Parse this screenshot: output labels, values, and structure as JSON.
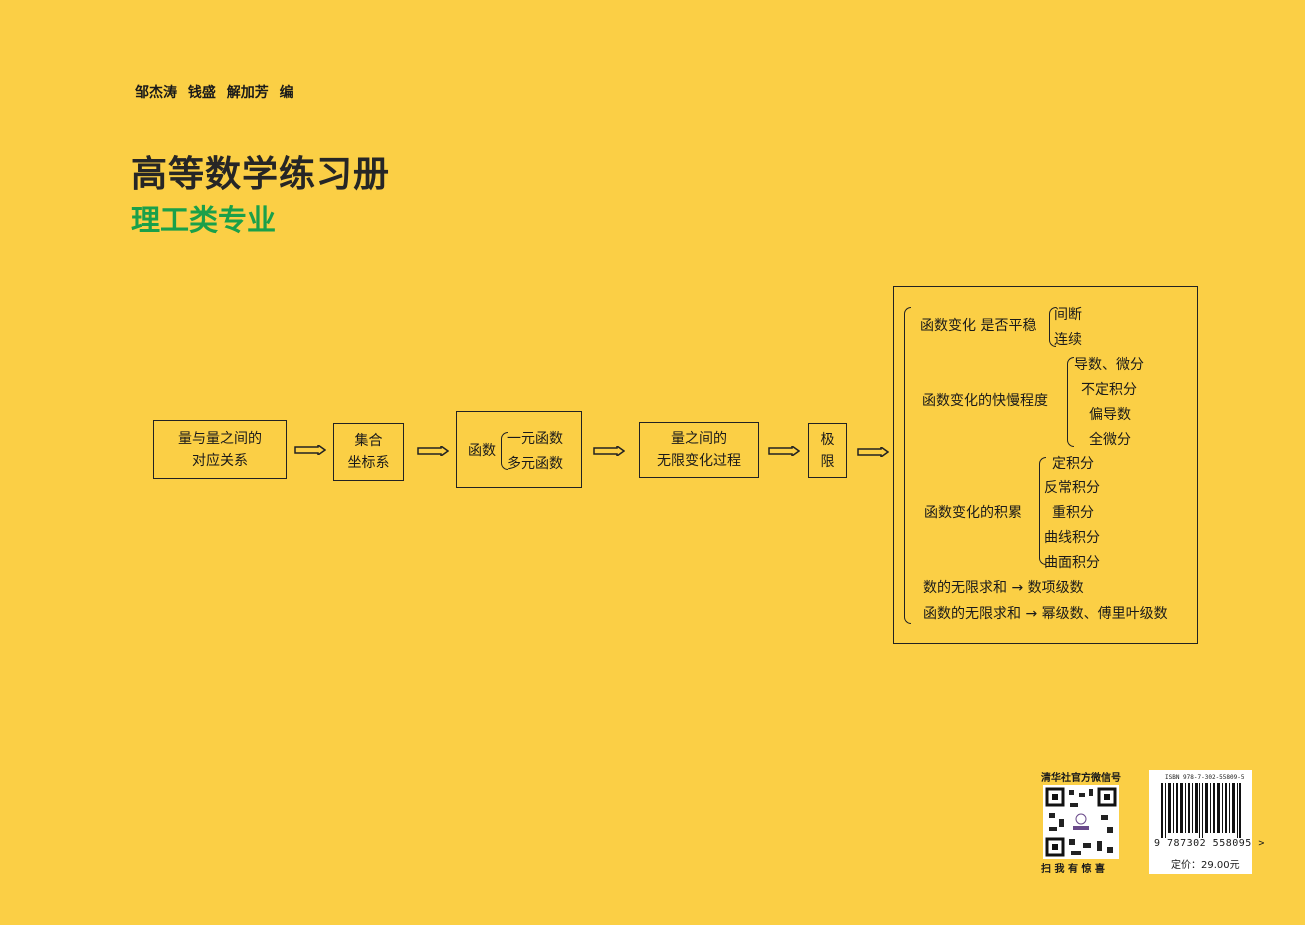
{
  "authors": "邹杰涛 钱盛 解加芳 编",
  "title": "高等数学练习册",
  "subtitle": "理工类专业",
  "flow": {
    "box1": [
      "量与量之间的",
      "对应关系"
    ],
    "box2": [
      "集合",
      "坐标系"
    ],
    "box3": {
      "label": "函数",
      "items": [
        "一元函数",
        "多元函数"
      ]
    },
    "box4": [
      "量之间的",
      "无限变化过程"
    ],
    "box5": [
      "极",
      "限"
    ]
  },
  "limits": {
    "g1": {
      "label": "函数变化 是否平稳",
      "items": [
        "间断",
        "连续"
      ]
    },
    "g2": {
      "label": "函数变化的快慢程度",
      "items": [
        "导数、微分",
        "不定积分",
        "偏导数",
        "全微分"
      ]
    },
    "g3": {
      "label": "函数变化的积累",
      "items": [
        "定积分",
        "反常积分",
        "重积分",
        "曲线积分",
        "曲面积分"
      ]
    },
    "r1": "数的无限求和 → 数项级数",
    "r2": "函数的无限求和 → 幂级数、傅里叶级数"
  },
  "qr": {
    "title": "清华社官方微信号",
    "caption": "扫 我 有 惊 喜"
  },
  "barcode": {
    "isbn": "ISBN 978-7-302-55809-5",
    "digits": "9 787302 558095 >",
    "price": "定价：29.00元"
  }
}
